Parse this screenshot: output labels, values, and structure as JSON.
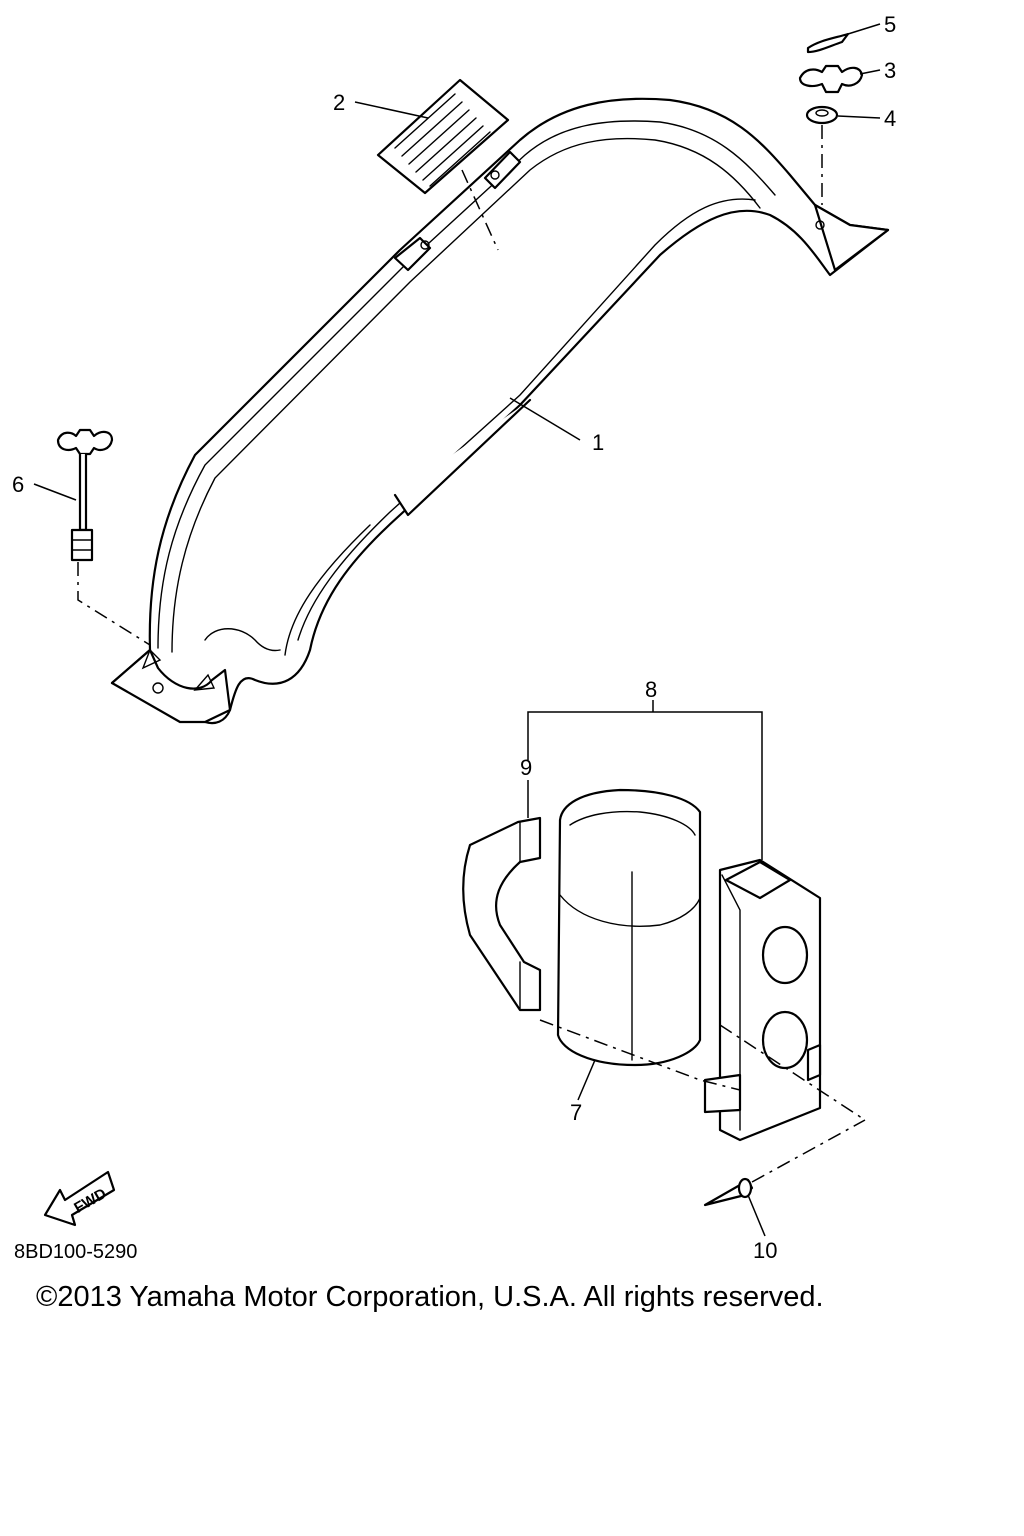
{
  "parts": {
    "1": "1",
    "2": "2",
    "3": "3",
    "4": "4",
    "5": "5",
    "6": "6",
    "7": "7",
    "8": "8",
    "9": "9",
    "10": "10"
  },
  "fwd_label": "FWD",
  "diagram_code": "8BD100-5290",
  "copyright": "©2013 Yamaha Motor Corporation, U.S.A. All rights reserved.",
  "colors": {
    "line": "#000000",
    "background": "#ffffff"
  }
}
